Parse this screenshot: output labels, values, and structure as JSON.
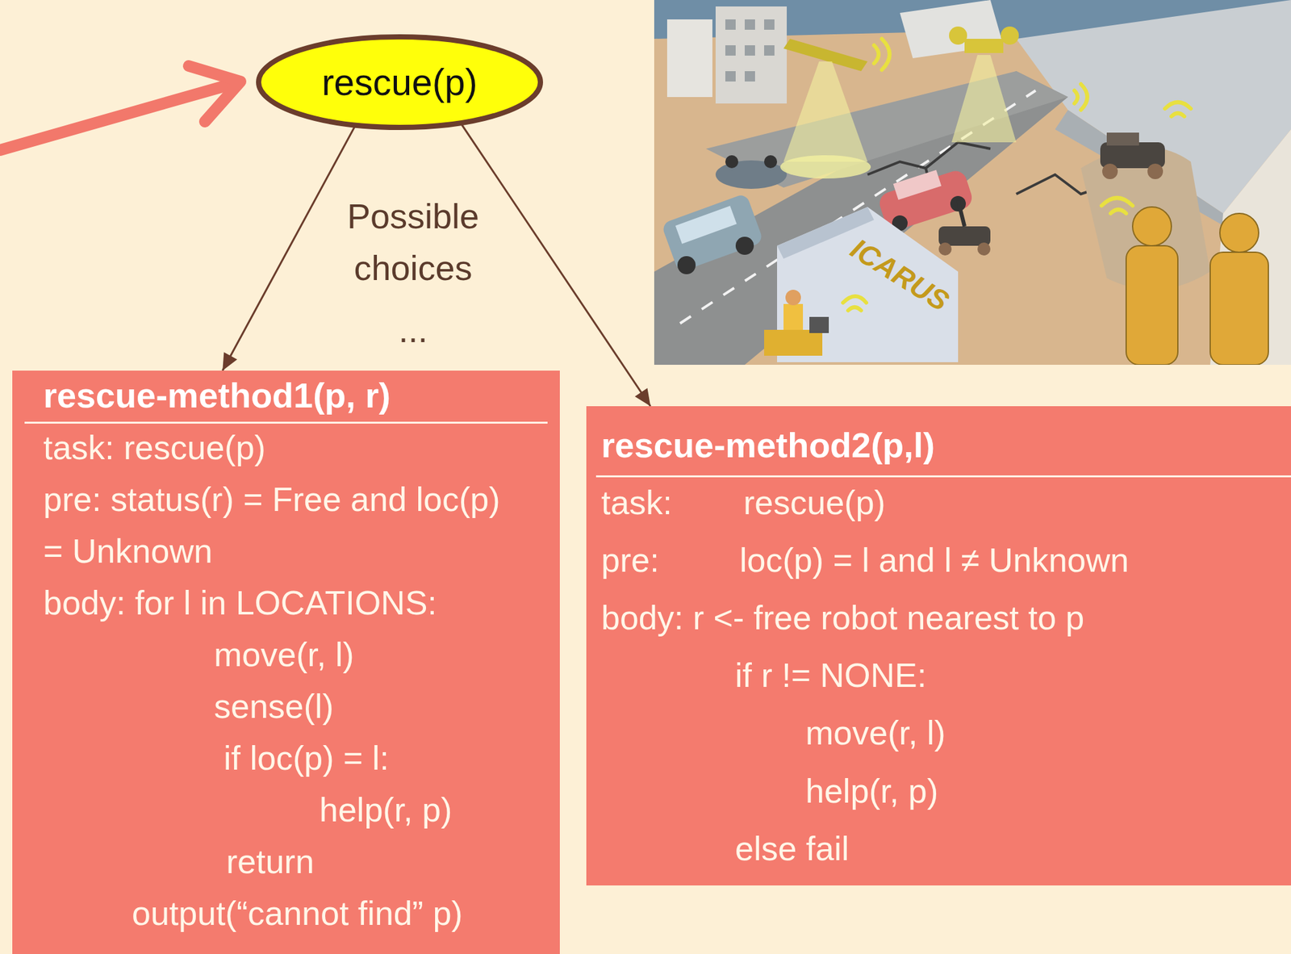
{
  "diagram": {
    "nodes": [
      {
        "text": [
          "rescue(p)"
        ]
      },
      {
        "text": [
          "rescue-method1(p, r)",
          "task: rescue(p)",
          "pre: status(r) = Free and loc(p) = Unknown",
          "body: for l in LOCATIONS:",
          "move(r, l)",
          "sense(l)",
          "if loc(p) = l:",
          "help(r, p)",
          "return",
          "output(“cannot find” p)"
        ]
      },
      {
        "text": [
          "rescue-method2(p,l)",
          "task:",
          "rescue(p)",
          "pre:",
          "loc(p) = l and l ≠ Unknown",
          "body: r <- free robot nearest to p",
          "if r != NONE:",
          "move(r, l)",
          "help(r, p)",
          "else fail"
        ]
      }
    ],
    "edges": [
      {
        "from": 0,
        "to": 1,
        "arrow": "to"
      },
      {
        "from": 0,
        "to": 2,
        "arrow": "to"
      }
    ],
    "labels": [
      "Possible choices",
      "...",
      "ICARUS"
    ]
  }
}
